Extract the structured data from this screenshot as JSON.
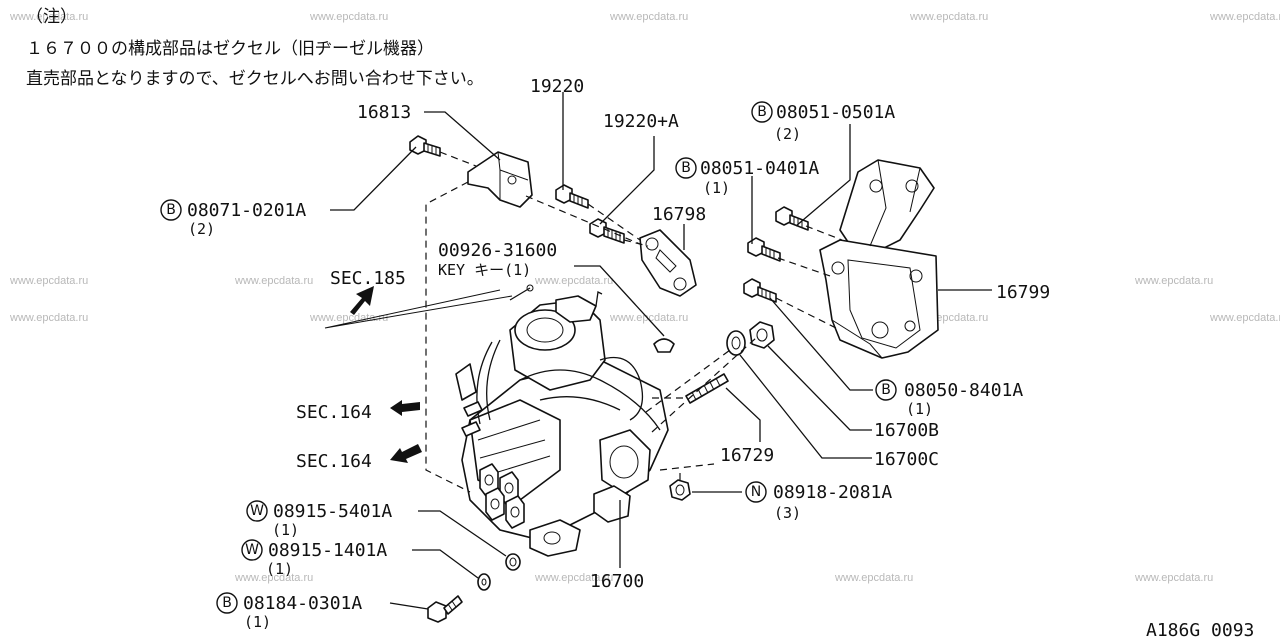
{
  "watermark": "www.epcdata.ru",
  "note": {
    "line1": "（注）",
    "line2": "１６７００の構成部品はゼクセル（旧ヂーゼル機器）",
    "line3": "直売部品となりますので、ゼクセルへお問い合わせ下さい。"
  },
  "labels": {
    "p16813": "16813",
    "p19220": "19220",
    "p19220a": "19220+A",
    "p08051_0501a": "08051-0501A",
    "p08051_0501a_qty": "(2)",
    "p08051_0401a": "08051-0401A",
    "p08051_0401a_qty": "(1)",
    "p08071_0201a": "08071-0201A",
    "p08071_0201a_qty": "(2)",
    "p16798": "16798",
    "key_num": "00926-31600",
    "key_text": "KEY   キー(1)",
    "sec185": "SEC.185",
    "p16799": "16799",
    "sec164a": "SEC.164",
    "sec164b": "SEC.164",
    "p08050_8401a": "08050-8401A",
    "p08050_8401a_qty": "(1)",
    "p16700b": "16700B",
    "p16729": "16729",
    "p16700c": "16700C",
    "p08918_2081a": "08918-2081A",
    "p08918_2081a_qty": "(3)",
    "p08915_5401a": "08915-5401A",
    "p08915_5401a_qty": "(1)",
    "p08915_1401a": "08915-1401A",
    "p08915_1401a_qty": "(1)",
    "p08184_0301a": "08184-0301A",
    "p08184_0301a_qty": "(1)",
    "p16700": "16700",
    "ref": "A186G 0093"
  },
  "symbols": {
    "bolt": "B",
    "washer": "W",
    "nut": "N"
  }
}
